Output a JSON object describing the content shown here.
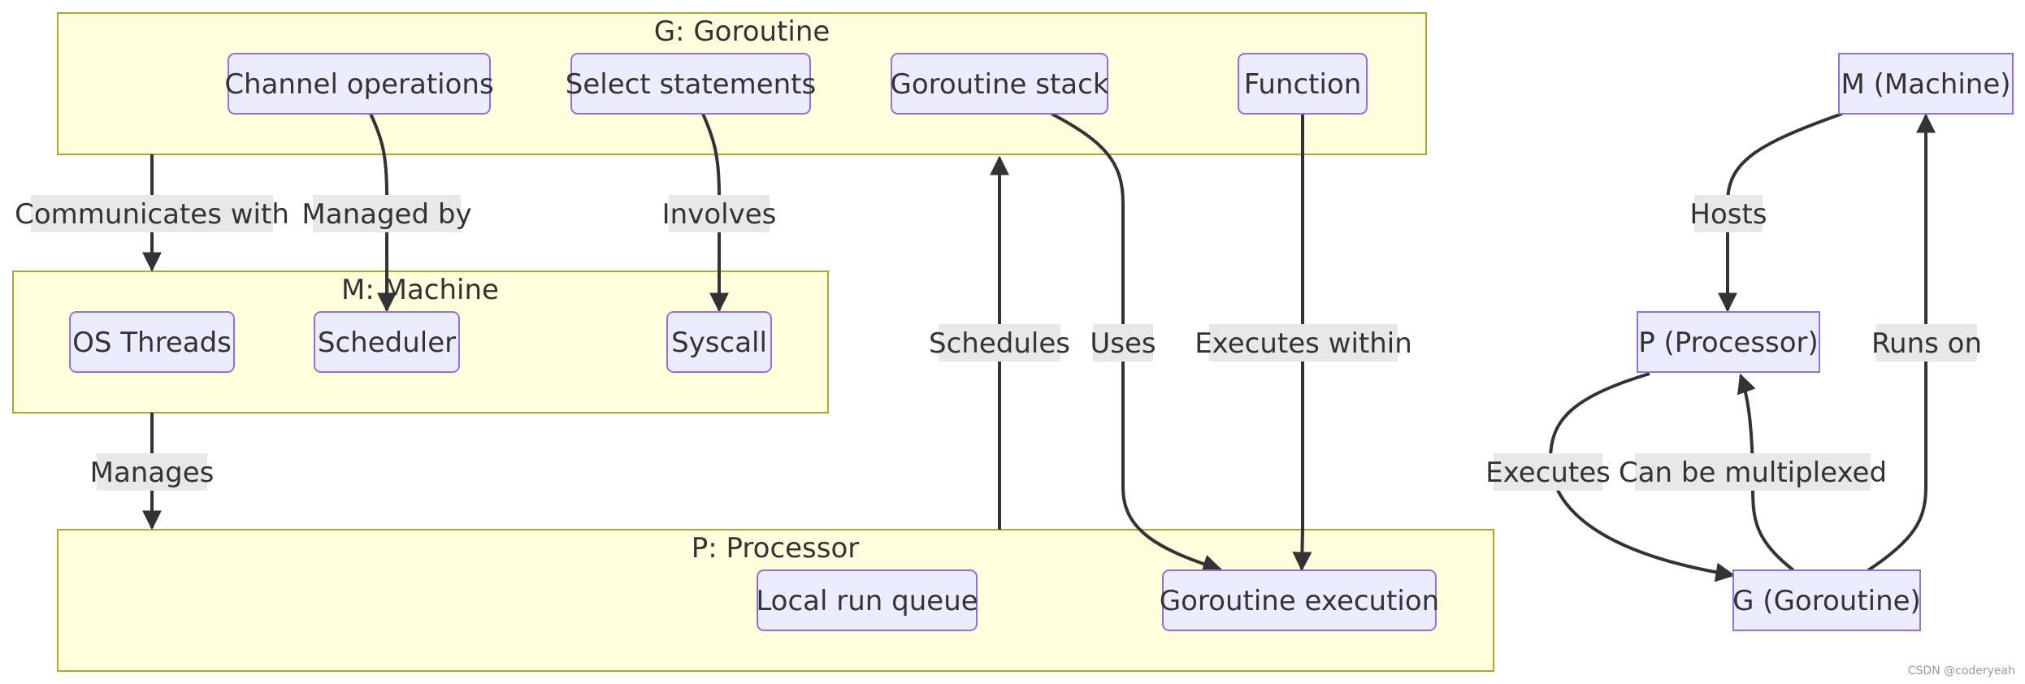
{
  "clusters": {
    "goroutine": "G: Goroutine",
    "machine": "M: Machine",
    "processor": "P: Processor"
  },
  "nodes": {
    "channel_operations": "Channel operations",
    "select_statements": "Select statements",
    "goroutine_stack": "Goroutine stack",
    "function": "Function",
    "os_threads": "OS Threads",
    "scheduler": "Scheduler",
    "syscall": "Syscall",
    "local_run_queue": "Local run queue",
    "goroutine_execution": "Goroutine execution",
    "m_machine": "M (Machine)",
    "p_processor": "P (Processor)",
    "g_goroutine": "G (Goroutine)"
  },
  "edge_labels": {
    "communicates_with": "Communicates with",
    "managed_by": "Managed by",
    "involves": "Involves",
    "manages": "Manages",
    "schedules": "Schedules",
    "uses": "Uses",
    "executes_within": "Executes within",
    "hosts": "Hosts",
    "runs_on": "Runs on",
    "executes": "Executes",
    "can_be_multiplexed": "Can be multiplexed"
  },
  "watermark": "CSDN @coderyeah",
  "colors": {
    "cluster_fill": "#ffffde",
    "cluster_stroke": "#aaaa33",
    "node_fill": "#ececff",
    "node_stroke": "#9370db",
    "edge": "#333333",
    "label_bg": "#e8e8e8"
  }
}
